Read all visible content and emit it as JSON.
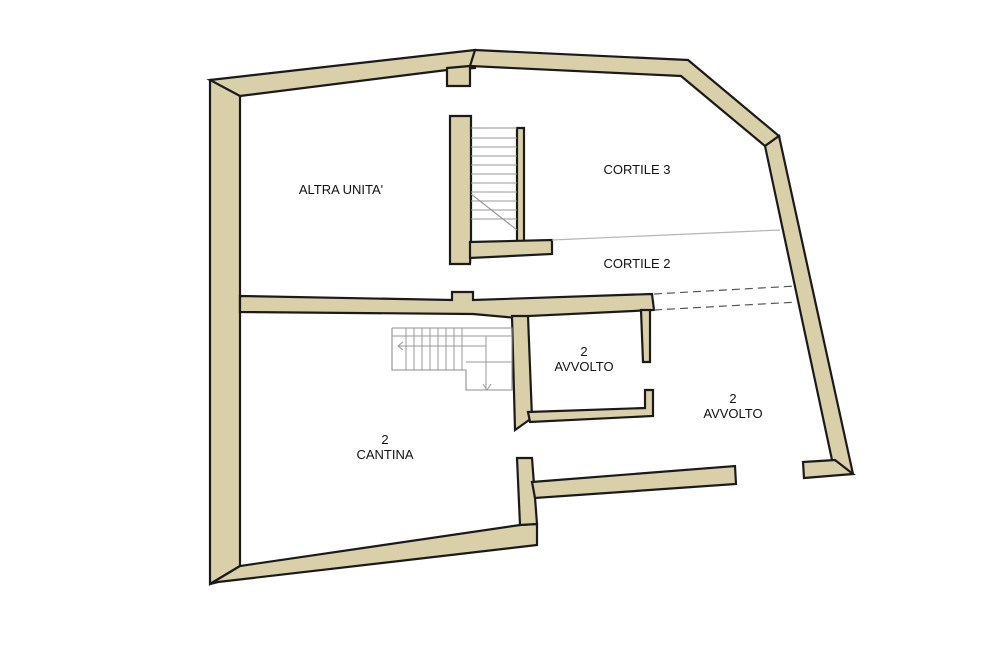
{
  "rooms": {
    "altra_unita": "ALTRA UNITA'",
    "cortile_3": "CORTILE 3",
    "cortile_2": "CORTILE 2",
    "avvolto_small": {
      "number": "2",
      "name": "AVVOLTO"
    },
    "avvolto_large": {
      "number": "2",
      "name": "AVVOLTO"
    },
    "cantina": {
      "number": "2",
      "name": "CANTINA"
    }
  },
  "colors": {
    "wall_fill": "#d9cfa9",
    "wall_outline": "#1a1a1a",
    "background": "#ffffff"
  }
}
